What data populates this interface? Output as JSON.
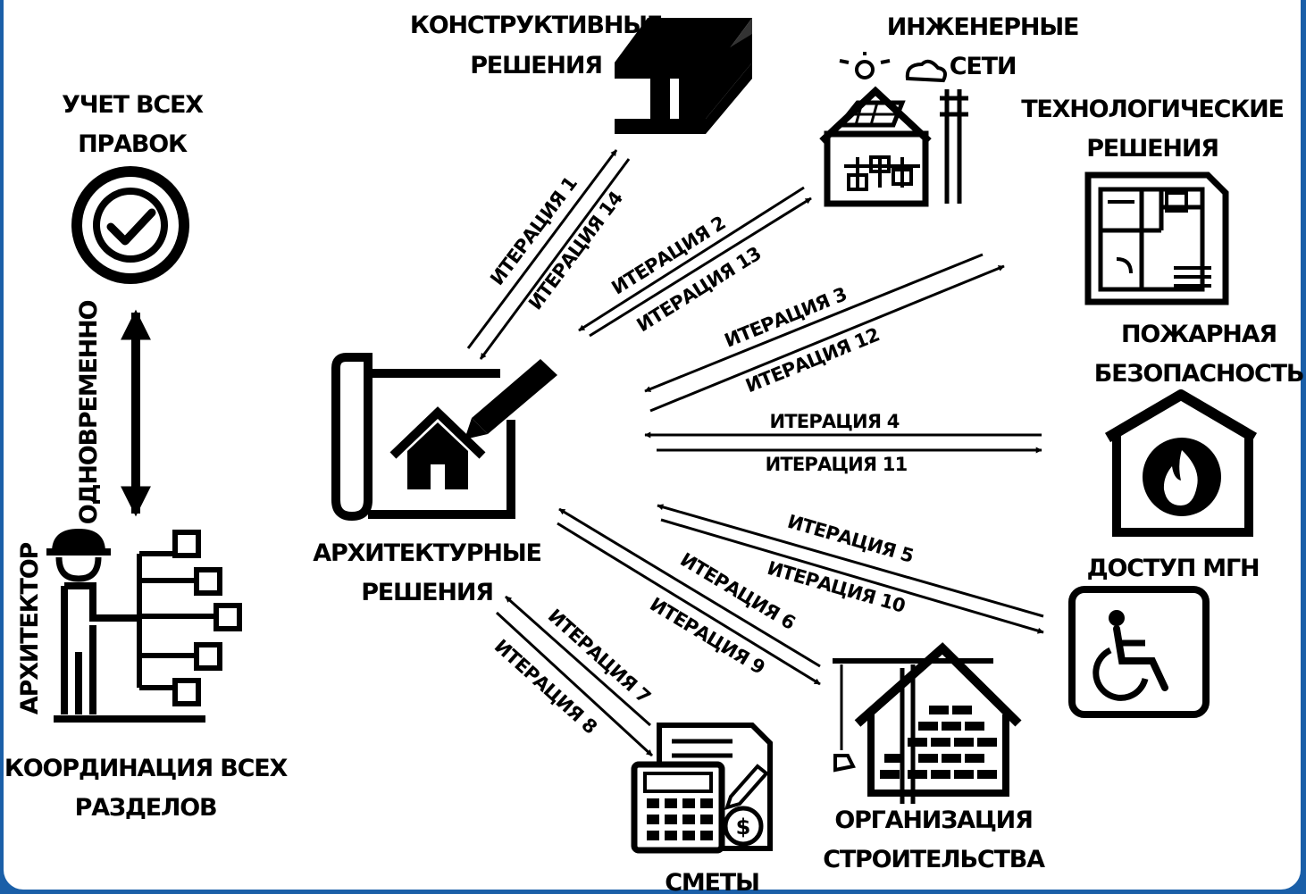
{
  "nodes": {
    "center": {
      "line1": "АРХИТЕКТУРНЫЕ",
      "line2": "РЕШЕНИЯ"
    },
    "structural": {
      "line1": "КОНСТРУКТИВНЫЕ",
      "line2": "РЕШЕНИЯ"
    },
    "engineering": {
      "line1": "ИНЖЕНЕРНЫЕ",
      "line2": "СЕТИ"
    },
    "technological": {
      "line1": "ТЕХНОЛОГИЧЕСКИЕ",
      "line2": "РЕШЕНИЯ"
    },
    "fire": {
      "line1": "ПОЖАРНАЯ",
      "line2": "БЕЗОПАСНОСТЬ"
    },
    "mgn": {
      "line1": "ДОСТУП МГН"
    },
    "construction": {
      "line1": "ОРГАНИЗАЦИЯ",
      "line2": "СТРОИТЕЛЬСТВА"
    },
    "estimates": {
      "line1": "СМЕТЫ"
    }
  },
  "architect": {
    "tracking": {
      "line1": "УЧЕТ ВСЕХ",
      "line2": "ПРАВОК"
    },
    "simultaneous": "ОДНОВРЕМЕННО",
    "role": "АРХИТЕКТОР",
    "coordination": {
      "line1": "КООРДИНАЦИЯ ВСЕХ",
      "line2": "РАЗДЕЛОВ"
    }
  },
  "iterations": {
    "structural": [
      "ИТЕРАЦИЯ 1",
      "ИТЕРАЦИЯ 14"
    ],
    "engineering": [
      "ИТЕРАЦИЯ 2",
      "ИТЕРАЦИЯ 13"
    ],
    "technological": [
      "ИТЕРАЦИЯ 3",
      "ИТЕРАЦИЯ 12"
    ],
    "fire": [
      "ИТЕРАЦИЯ 4",
      "ИТЕРАЦИЯ 11"
    ],
    "mgn": [
      "ИТЕРАЦИЯ 5",
      "ИТЕРАЦИЯ 10"
    ],
    "construction": [
      "ИТЕРАЦИЯ 6",
      "ИТЕРАЦИЯ 9"
    ],
    "estimates": [
      "ИТЕРАЦИЯ 7",
      "ИТЕРАЦИЯ 8"
    ]
  },
  "colors": {
    "frame": "#1a5fa8",
    "ink": "#000000",
    "background": "#ffffff"
  }
}
